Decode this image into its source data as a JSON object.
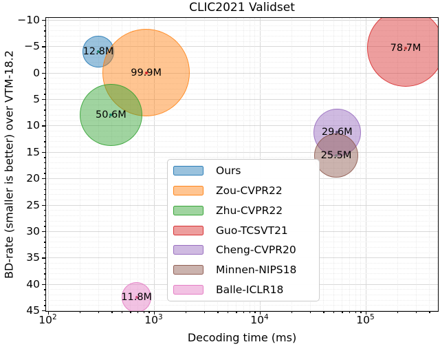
{
  "chart_data": {
    "type": "scatter",
    "subtype": "bubble",
    "title": "CLIC2021 Validset",
    "xlabel": "Decoding time (ms)",
    "ylabel": "BD-rate (smaller is better) over VTM-18.2",
    "x_scale": "log",
    "xlim": [
      100,
      480000
    ],
    "ylim": [
      45,
      -10
    ],
    "y_axis_inverted": true,
    "grid": "major solid + minor dotted",
    "x_major_ticks": [
      100,
      1000,
      10000,
      100000
    ],
    "x_tick_labels": [
      {
        "base": "10",
        "exp": "2",
        "value": 100
      },
      {
        "base": "10",
        "exp": "3",
        "value": 1000
      },
      {
        "base": "10",
        "exp": "4",
        "value": 10000
      },
      {
        "base": "10",
        "exp": "5",
        "value": 100000
      }
    ],
    "y_major_ticks": [
      {
        "value": -10,
        "label": "−10"
      },
      {
        "value": -5,
        "label": "−5"
      },
      {
        "value": 0,
        "label": "0"
      },
      {
        "value": 5,
        "label": "5"
      },
      {
        "value": 10,
        "label": "10"
      },
      {
        "value": 15,
        "label": "15"
      },
      {
        "value": 20,
        "label": "20"
      },
      {
        "value": 25,
        "label": "25"
      },
      {
        "value": 30,
        "label": "30"
      },
      {
        "value": 35,
        "label": "35"
      },
      {
        "value": 40,
        "label": "40"
      },
      {
        "value": 45,
        "label": "45"
      }
    ],
    "bubble_size_note": "bubble area proportional to model parameter count (millions)",
    "series": [
      {
        "name": "Ours",
        "size_label": "12.8M",
        "params_millions": 12.8,
        "x_ms": 300,
        "y_bd_rate": -4.0,
        "color": "#1f77b4",
        "dot_color": "#1d7d6a",
        "z": 1
      },
      {
        "name": "Zou-CVPR22",
        "size_label": "99.9M",
        "params_millions": 99.9,
        "x_ms": 850,
        "y_bd_rate": 0.0,
        "color": "#ff7f0e",
        "dot_color": "#d62728",
        "z": 2
      },
      {
        "name": "Zhu-CVPR22",
        "size_label": "50.6M",
        "params_millions": 50.6,
        "x_ms": 395,
        "y_bd_rate": 8.0,
        "color": "#2ca02c",
        "dot_color": "#157f66",
        "z": 3
      },
      {
        "name": "Guo-TCSVT21",
        "size_label": "78.7M",
        "params_millions": 78.7,
        "x_ms": 240000,
        "y_bd_rate": -4.7,
        "color": "#d62728",
        "dot_color": "#c03a3a",
        "z": 6
      },
      {
        "name": "Cheng-CVPR20",
        "size_label": "29.6M",
        "params_millions": 29.6,
        "x_ms": 54000,
        "y_bd_rate": 11.3,
        "color": "#9467bd",
        "dot_color": "#5c4a70",
        "z": 4
      },
      {
        "name": "Minnen-NIPS18",
        "size_label": "25.5M",
        "params_millions": 25.5,
        "x_ms": 53000,
        "y_bd_rate": 15.7,
        "color": "#8c564b",
        "dot_color": "#808080",
        "z": 5
      },
      {
        "name": "Balle-ICLR18",
        "size_label": "11.8M",
        "params_millions": 11.8,
        "x_ms": 690,
        "y_bd_rate": 42.5,
        "color": "#e377c2",
        "dot_color": "#cc4f7e",
        "z": 7
      }
    ],
    "legend": {
      "position": "lower center-right",
      "entries": [
        "Ours",
        "Zou-CVPR22",
        "Zhu-CVPR22",
        "Guo-TCSVT21",
        "Cheng-CVPR20",
        "Minnen-NIPS18",
        "Balle-ICLR18"
      ]
    }
  }
}
